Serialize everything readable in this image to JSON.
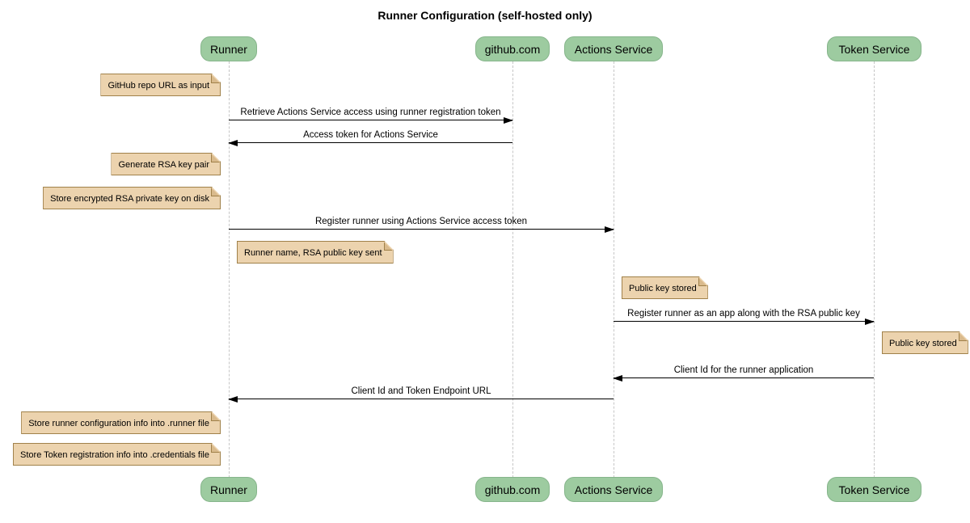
{
  "title": "Runner Configuration (self-hosted only)",
  "colors": {
    "background": "#ffffff",
    "actor_fill": "#9dcba0",
    "actor_border": "#86b58b",
    "note_fill": "#ecd3ae",
    "note_border": "#a0814a",
    "lifeline": "#c6c6c6",
    "arrow": "#000000"
  },
  "actors": [
    {
      "label": "Runner"
    },
    {
      "label": "github.com"
    },
    {
      "label": "Actions Service"
    },
    {
      "label": "Token Service"
    }
  ],
  "messages": [
    {
      "label": "Retrieve Actions Service access using runner registration token",
      "from": "Runner",
      "to": "github.com"
    },
    {
      "label": "Access token for Actions Service",
      "from": "github.com",
      "to": "Runner"
    },
    {
      "label": "Register runner using Actions Service access token",
      "from": "Runner",
      "to": "Actions Service"
    },
    {
      "label": "Register runner as an app along with the RSA public key",
      "from": "Actions Service",
      "to": "Token Service"
    },
    {
      "label": "Client Id for the runner application",
      "from": "Token Service",
      "to": "Actions Service"
    },
    {
      "label": "Client Id and Token Endpoint URL",
      "from": "Actions Service",
      "to": "Runner"
    }
  ],
  "notes": [
    {
      "label": "GitHub repo URL as input",
      "position": "left of Runner"
    },
    {
      "label": "Generate RSA key pair",
      "position": "left of Runner"
    },
    {
      "label": "Store encrypted RSA private key on disk",
      "position": "left of Runner"
    },
    {
      "label": "Runner name, RSA public key sent",
      "position": "right of Runner"
    },
    {
      "label": "Public key stored",
      "position": "right of Actions Service"
    },
    {
      "label": "Public key stored",
      "position": "right of Token Service"
    },
    {
      "label": "Store runner configuration info into .runner file",
      "position": "left of Runner"
    },
    {
      "label": "Store Token registration info into .credentials file",
      "position": "left of Runner"
    }
  ]
}
